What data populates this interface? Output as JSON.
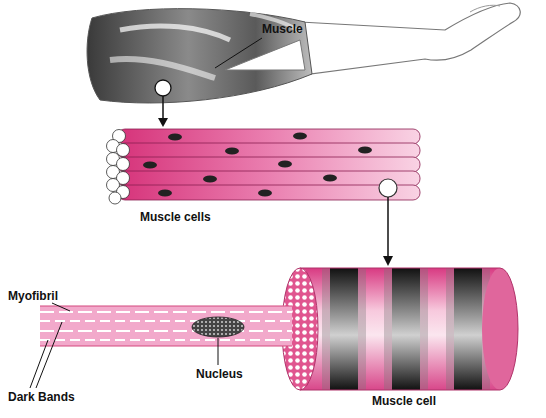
{
  "diagram": {
    "labels": [
      "Muscle",
      "Muscle cells",
      "Myofibril",
      "Dark Bands",
      "Nucleus",
      "Muscle cell"
    ]
  }
}
